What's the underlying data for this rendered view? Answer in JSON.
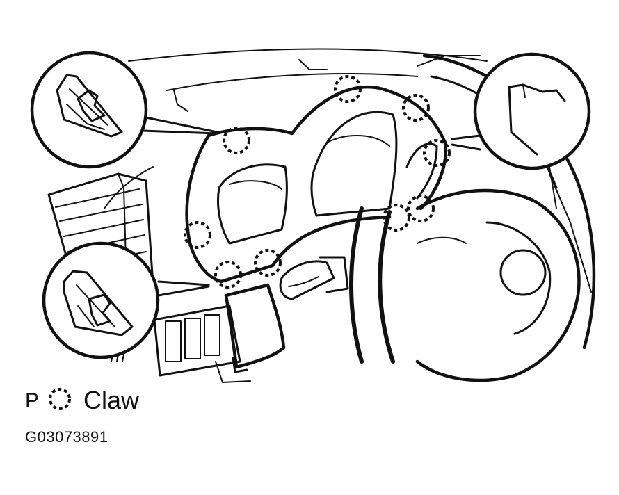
{
  "legend": {
    "prefix": "P",
    "symbol_name": "dashed-circle-icon",
    "label": "Claw"
  },
  "figure_id": "G03073891",
  "ink_color": "#111111",
  "background_color": "#ffffff"
}
